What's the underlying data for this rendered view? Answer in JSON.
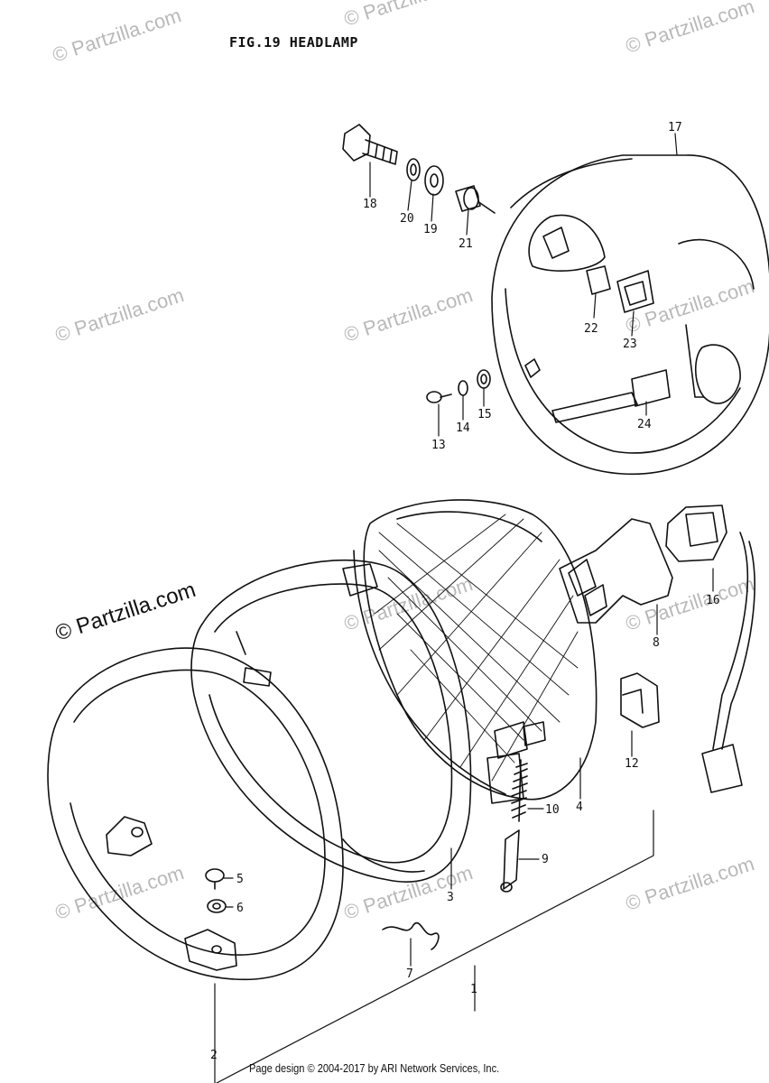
{
  "figure_title": "FIG.19  HEADLAMP",
  "footer": "Page design © 2004-2017 by ARI Network Services, Inc.",
  "watermark_text": "© Partzilla.com",
  "callouts": [
    "1",
    "2",
    "3",
    "4",
    "5",
    "6",
    "7",
    "8",
    "9",
    "10",
    "12",
    "13",
    "14",
    "15",
    "16",
    "17",
    "18",
    "19",
    "20",
    "21",
    "22",
    "23",
    "24"
  ],
  "colors": {
    "ink": "#111111",
    "watermark": "#b9b9b9",
    "background": "#ffffff"
  }
}
